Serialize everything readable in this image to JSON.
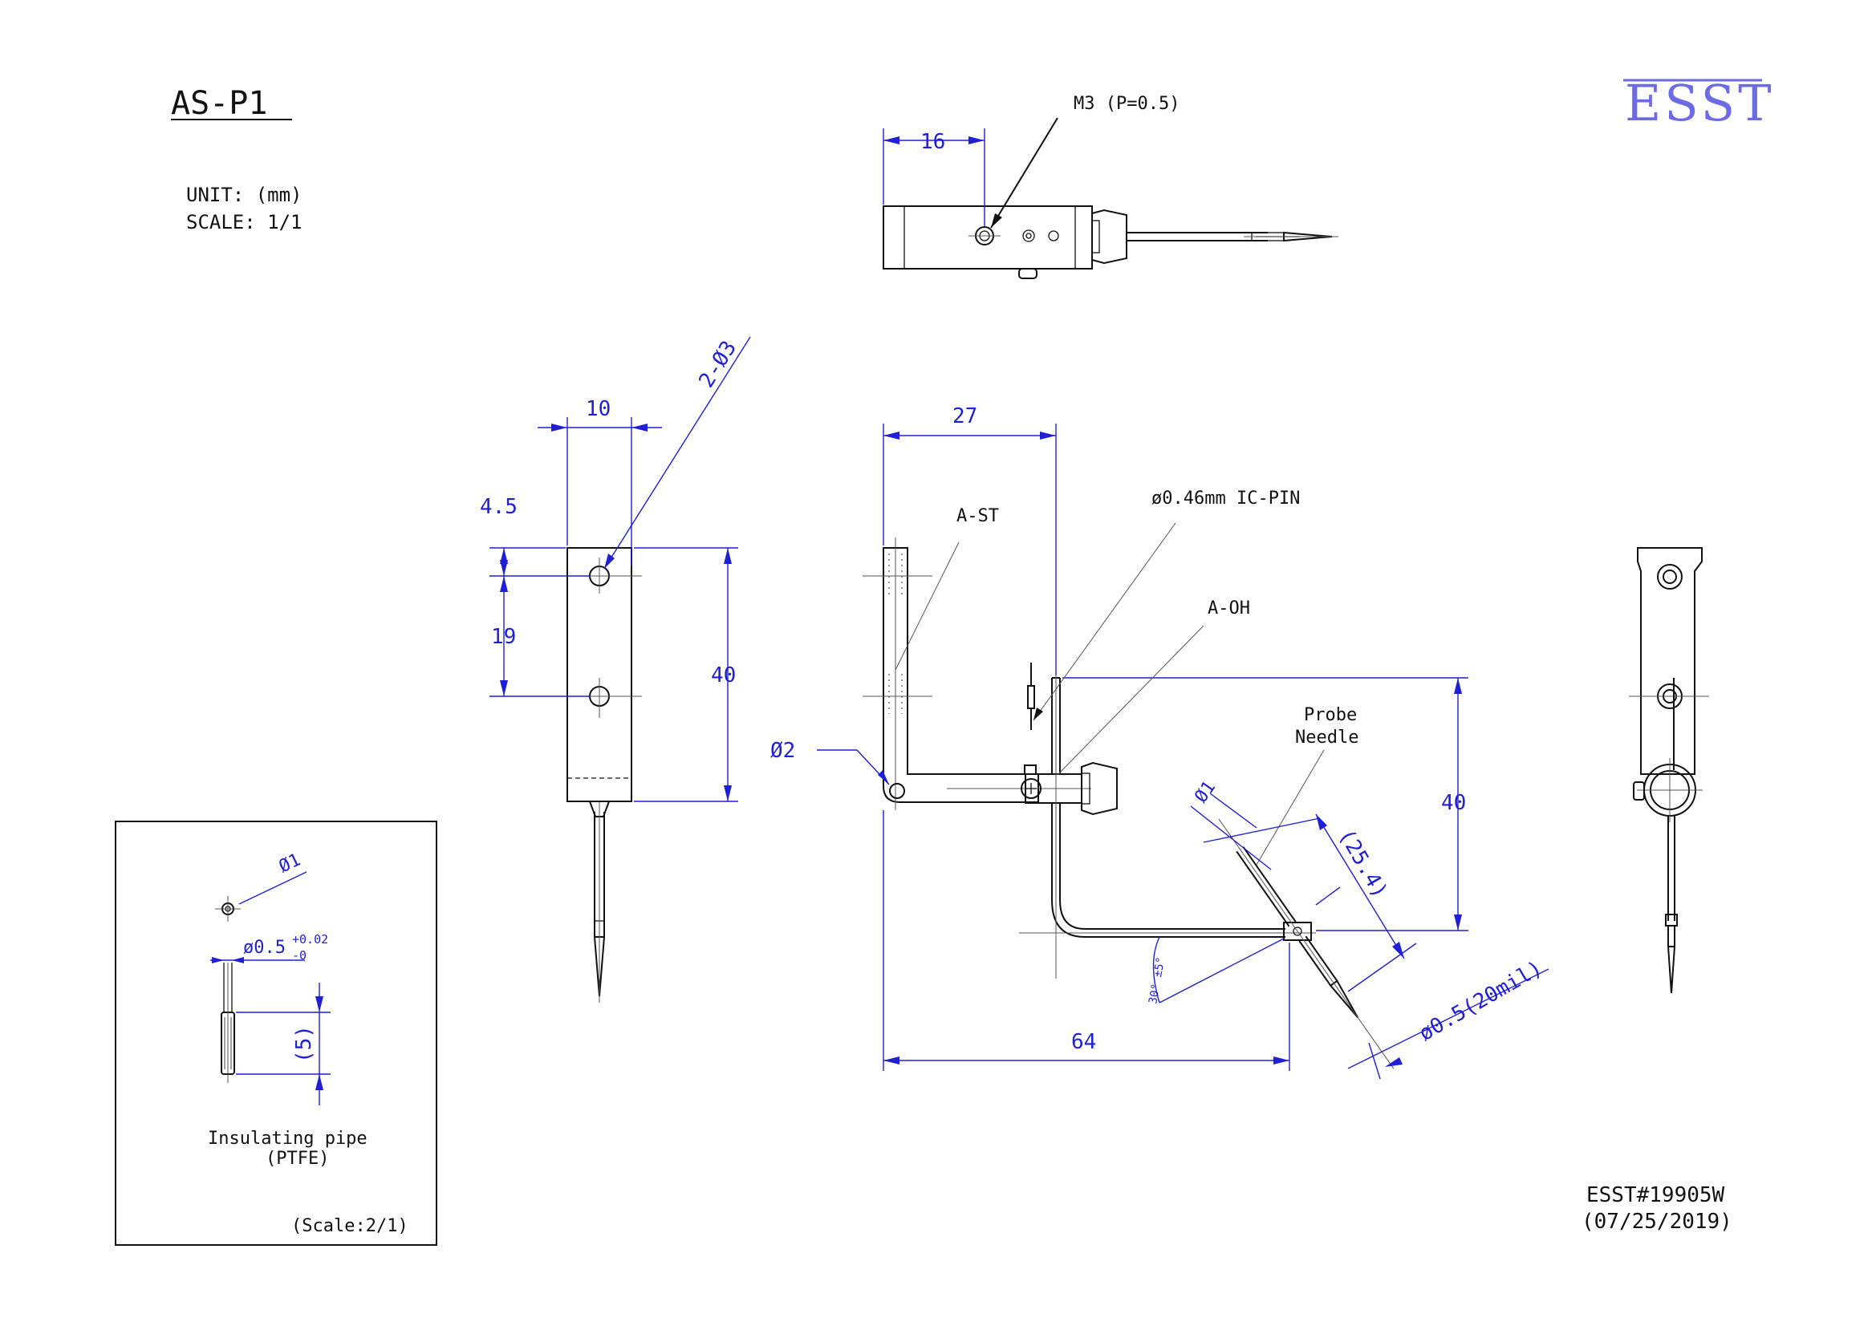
{
  "title": "AS-P1",
  "logo": "ESST",
  "unit_label": "UNIT: (mm)",
  "scale_label": "SCALE: 1/1",
  "doc_number": "ESST#19905W",
  "doc_date": "(07/25/2019)",
  "top_view": {
    "thread_callout": "M3 (P=0.5)",
    "dim_width": "16"
  },
  "side_view": {
    "dim_width": "10",
    "dim_hole_offset": "4.5",
    "dim_hole_pitch": "19",
    "dim_height": "40",
    "hole_callout": "2-Ø3"
  },
  "front_view": {
    "dim_arm_width": "27",
    "dim_length": "64",
    "dim_height": "40",
    "dim_needle_length": "(25.4)",
    "dim_needle_diameter": "ø0.5(20mil)",
    "dim_needle_d1": "Ø1",
    "dim_hole": "Ø2",
    "label_stand": "A-ST",
    "label_arm": "A-OH",
    "label_pin": "ø0.46mm IC-PIN",
    "label_probe_line1": "Probe",
    "label_probe_line2": "Needle",
    "dim_angle": "30° ±5°"
  },
  "inset": {
    "dim_d1": "Ø1",
    "dim_d05": "ø0.5",
    "tol_upper": "+0.02",
    "tol_lower": "-0",
    "dim_length": "(5)",
    "label_line1": "Insulating pipe",
    "label_line2": "(PTFE)",
    "scale_note": "(Scale:2/1)"
  }
}
